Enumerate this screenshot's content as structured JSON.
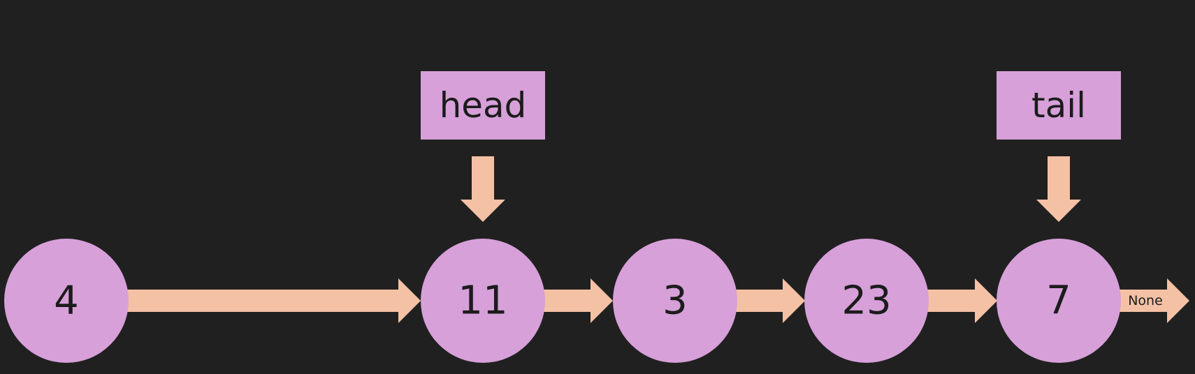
{
  "colors": {
    "background": "#202020",
    "node": "#d7a0d9",
    "arrow": "#f4c1a5",
    "text": "#1b1b1b"
  },
  "nodes": [
    {
      "value": "4"
    },
    {
      "value": "11"
    },
    {
      "value": "3"
    },
    {
      "value": "23"
    },
    {
      "value": "7"
    }
  ],
  "links": [
    {
      "from": 0,
      "to": 1
    },
    {
      "from": 1,
      "to": 2
    },
    {
      "from": 2,
      "to": 3
    },
    {
      "from": 3,
      "to": 4
    }
  ],
  "pointers": [
    {
      "label": "head",
      "target": 1
    },
    {
      "label": "tail",
      "target": 4
    }
  ],
  "terminal": {
    "label": "None",
    "after": 4
  }
}
